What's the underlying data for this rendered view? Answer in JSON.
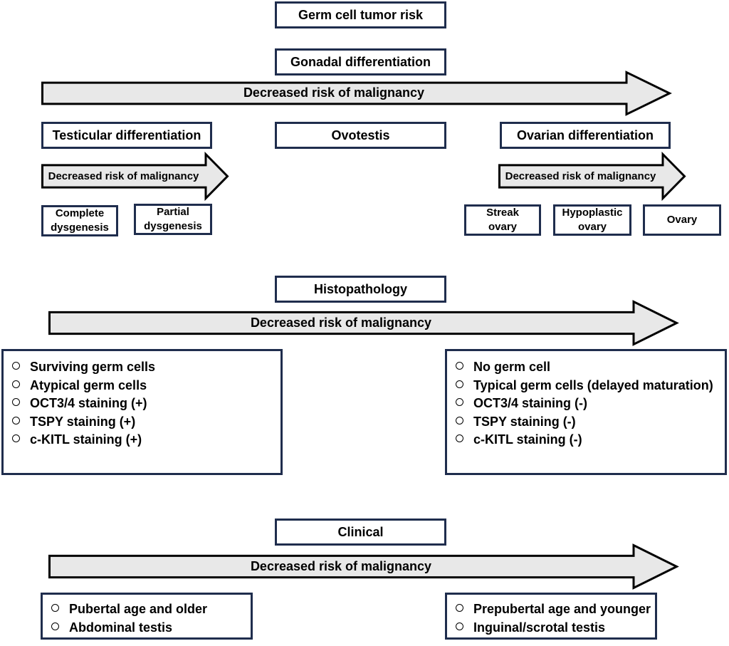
{
  "title": "Germ cell tumor risk",
  "arrow_label": "Decreased risk of malignancy",
  "gonadal": {
    "heading": "Gonadal differentiation",
    "testicular": "Testicular differentiation",
    "ovotestis": "Ovotestis",
    "ovarian": "Ovarian differentiation",
    "testicular_types": [
      [
        "Complete",
        "dysgenesis"
      ],
      [
        "Partial",
        "dysgenesis"
      ]
    ],
    "ovarian_types": [
      [
        "Streak",
        "ovary"
      ],
      [
        "Hypoplastic",
        "ovary"
      ],
      [
        "Ovary"
      ]
    ]
  },
  "histopathology": {
    "heading": "Histopathology",
    "left": [
      "Surviving germ cells",
      "Atypical germ cells",
      "OCT3/4 staining (+)",
      "TSPY staining (+)",
      "c-KITL staining (+)"
    ],
    "right": [
      "No germ cell",
      "Typical germ cells (delayed maturation)",
      "OCT3/4 staining (-)",
      "TSPY staining (-)",
      "c-KITL staining (-)"
    ]
  },
  "clinical": {
    "heading": "Clinical",
    "left": [
      "Pubertal age and older",
      "Abdominal testis"
    ],
    "right": [
      "Prepubertal age and younger",
      "Inguinal/scrotal testis"
    ]
  },
  "colors": {
    "border": "#1f2d4d",
    "arrow_fill": "#e8e8e8",
    "arrow_stroke": "#000000"
  }
}
